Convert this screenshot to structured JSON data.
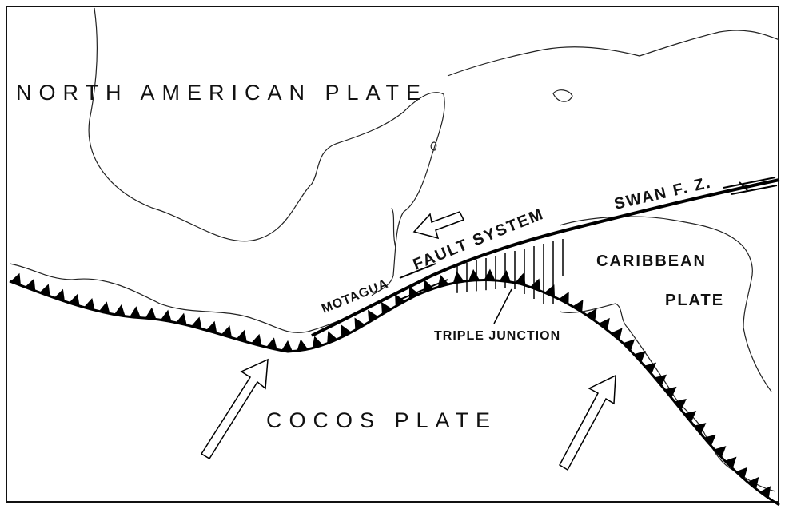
{
  "labels": {
    "north_american_plate": "NORTH AMERICAN PLATE",
    "swan_fz": "SWAN F. Z.",
    "caribbean_line1": "CARIBBEAN",
    "caribbean_line2": "PLATE",
    "motagua": "MOTAGUA",
    "fault_system": "FAULT SYSTEM",
    "triple_junction": "TRIPLE JUNCTION",
    "cocos_plate": "COCOS PLATE"
  },
  "colors": {
    "ink": "#111111",
    "paper": "#ffffff"
  }
}
